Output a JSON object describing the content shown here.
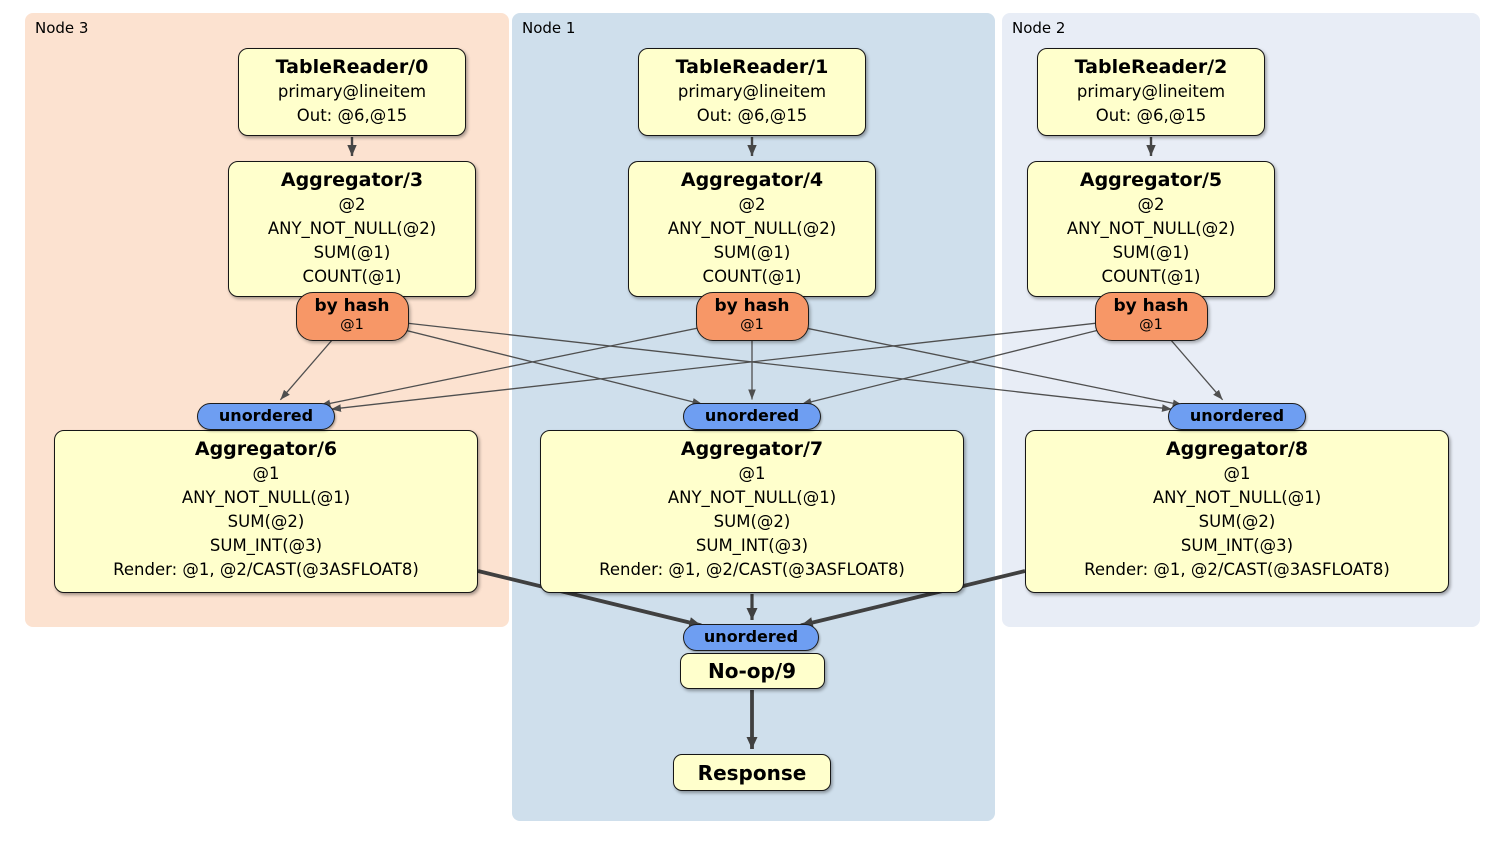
{
  "regions": [
    {
      "label": "Node 3"
    },
    {
      "label": "Node 1"
    },
    {
      "label": "Node 2"
    }
  ],
  "columns": [
    {
      "region": "Node 3",
      "table_reader": {
        "title": "TableReader/0",
        "lines": [
          "primary@lineitem",
          "Out: @6,@15"
        ]
      },
      "aggregator": {
        "title": "Aggregator/3",
        "lines": [
          "@2",
          "ANY_NOT_NULL(@2)",
          "SUM(@1)",
          "COUNT(@1)"
        ]
      },
      "router": {
        "label": "by hash",
        "detail": "@1"
      },
      "stream": {
        "label": "unordered"
      },
      "final_aggregator": {
        "title": "Aggregator/6",
        "lines": [
          "@1",
          "ANY_NOT_NULL(@1)",
          "SUM(@2)",
          "SUM_INT(@3)",
          "Render: @1, @2/CAST(@3ASFLOAT8)"
        ]
      }
    },
    {
      "region": "Node 1",
      "table_reader": {
        "title": "TableReader/1",
        "lines": [
          "primary@lineitem",
          "Out: @6,@15"
        ]
      },
      "aggregator": {
        "title": "Aggregator/4",
        "lines": [
          "@2",
          "ANY_NOT_NULL(@2)",
          "SUM(@1)",
          "COUNT(@1)"
        ]
      },
      "router": {
        "label": "by hash",
        "detail": "@1"
      },
      "stream": {
        "label": "unordered"
      },
      "final_aggregator": {
        "title": "Aggregator/7",
        "lines": [
          "@1",
          "ANY_NOT_NULL(@1)",
          "SUM(@2)",
          "SUM_INT(@3)",
          "Render: @1, @2/CAST(@3ASFLOAT8)"
        ]
      }
    },
    {
      "region": "Node 2",
      "table_reader": {
        "title": "TableReader/2",
        "lines": [
          "primary@lineitem",
          "Out: @6,@15"
        ]
      },
      "aggregator": {
        "title": "Aggregator/5",
        "lines": [
          "@2",
          "ANY_NOT_NULL(@2)",
          "SUM(@1)",
          "COUNT(@1)"
        ]
      },
      "router": {
        "label": "by hash",
        "detail": "@1"
      },
      "stream": {
        "label": "unordered"
      },
      "final_aggregator": {
        "title": "Aggregator/8",
        "lines": [
          "@1",
          "ANY_NOT_NULL(@1)",
          "SUM(@2)",
          "SUM_INT(@3)",
          "Render: @1, @2/CAST(@3ASFLOAT8)"
        ]
      }
    }
  ],
  "output_chain": {
    "stream": {
      "label": "unordered"
    },
    "noop": {
      "title": "No-op/9"
    },
    "response": {
      "title": "Response"
    }
  },
  "colors": {
    "node3_bg": "#fce2d0",
    "node1_bg": "#cfdfec",
    "node2_bg": "#e8edf6",
    "box_bg": "#ffffcc",
    "router_bg": "#f79767",
    "stream_bg": "#6e9ef2",
    "edge_thin": "#4f4f4f",
    "edge_med": "#464646",
    "edge_thick": "#404040"
  }
}
